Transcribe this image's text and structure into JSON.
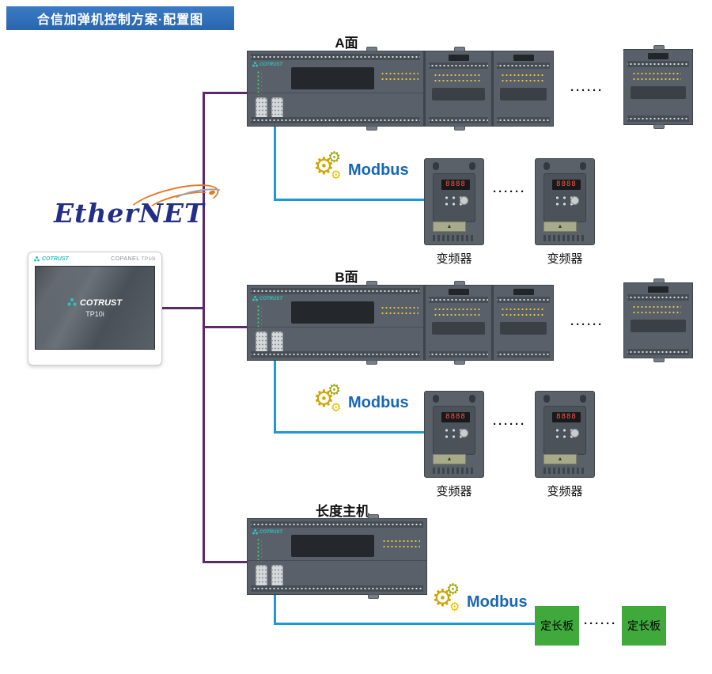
{
  "banner": {
    "title": "合信加弹机控制方案·配置图"
  },
  "ethernet": {
    "label": "EtherNET"
  },
  "hmi": {
    "header_brand": "COTRUST",
    "header_product": "COPANEL",
    "header_model": "TP10i",
    "screen_brand": "COTRUST",
    "screen_model": "TP10i"
  },
  "sections": {
    "side_a": {
      "label": "A面"
    },
    "side_b": {
      "label": "B面"
    },
    "length_master": {
      "label": "长度主机"
    }
  },
  "plc": {
    "brand": "COTRUST"
  },
  "modbus": {
    "label": "Modbus"
  },
  "inverter": {
    "display": "8888",
    "warn": "▲",
    "label": "变频器"
  },
  "fixed_board": {
    "label": "定长板"
  },
  "dots": "······",
  "colors": {
    "banner_blue": "#2b6cb8",
    "ethernet_blue": "#232e86",
    "swoosh_orange": "#e87722",
    "purple_line": "#5a2a6e",
    "blue_line": "#1e9ad2",
    "modbus_text": "#1766b8",
    "gear_yellow": "#cfa500",
    "plc_body": "#59606a",
    "board_green": "#3fa93c",
    "brand_teal": "#2cc4bc"
  }
}
